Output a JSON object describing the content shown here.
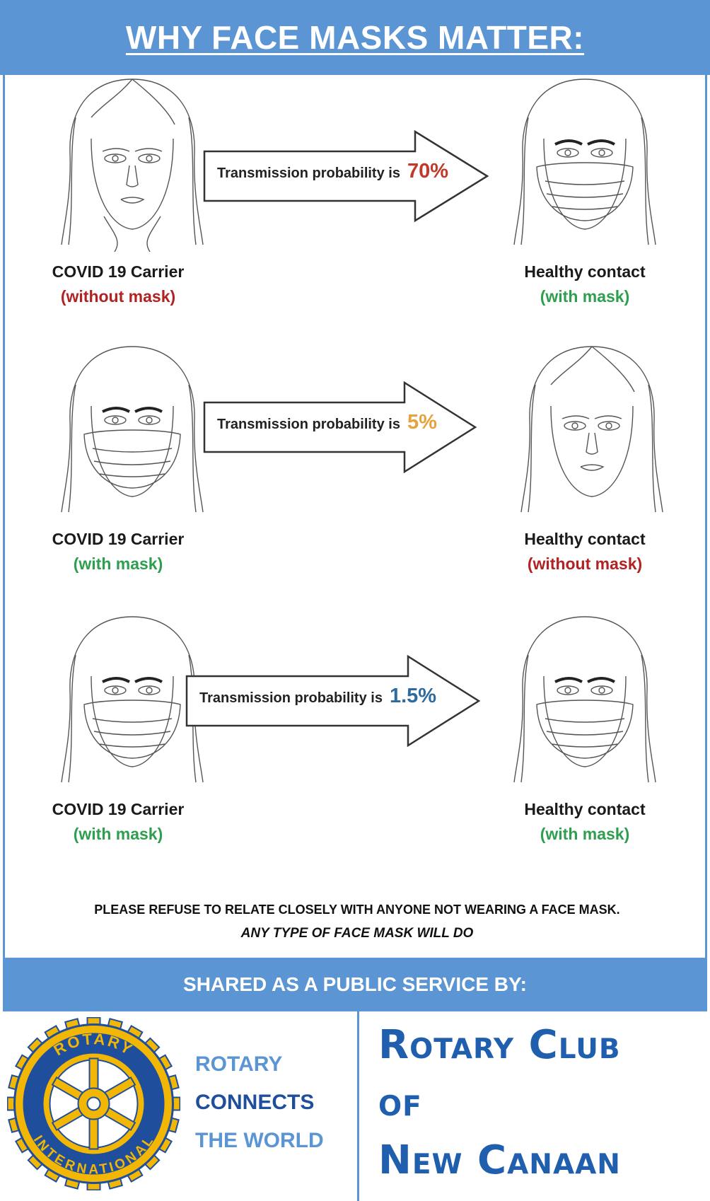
{
  "title": "WHY FACE MASKS MATTER:",
  "arrow_prefix": "Transmission probability is",
  "scenarios": [
    {
      "percent": "70%",
      "percent_color": "#c0392b",
      "carrier": {
        "label": "COVID 19 Carrier",
        "status": "(without mask)",
        "status_color": "#b22222",
        "masked": false
      },
      "contact": {
        "label": "Healthy contact",
        "status": "(with mask)",
        "status_color": "#2e9e4f",
        "masked": true
      }
    },
    {
      "percent": "5%",
      "percent_color": "#e6a23c",
      "carrier": {
        "label": "COVID 19 Carrier",
        "status": "(with mask)",
        "status_color": "#2e9e4f",
        "masked": true
      },
      "contact": {
        "label": "Healthy contact",
        "status": "(without mask)",
        "status_color": "#b22222",
        "masked": false
      }
    },
    {
      "percent": "1.5%",
      "percent_color": "#2c6aa0",
      "carrier": {
        "label": "COVID 19 Carrier",
        "status": "(with mask)",
        "status_color": "#2e9e4f",
        "masked": true
      },
      "contact": {
        "label": "Healthy contact",
        "status": "(with mask)",
        "status_color": "#2e9e4f",
        "masked": true
      }
    }
  ],
  "notice_line1": "PLEASE REFUSE TO RELATE CLOSELY WITH ANYONE NOT WEARING A FACE MASK.",
  "notice_line2": "ANY TYPE OF FACE MASK WILL DO",
  "shared_by": "SHARED AS A PUBLIC SERVICE BY:",
  "logo": {
    "top_text": "ROTARY",
    "bottom_text": "INTERNATIONAL",
    "gold": "#f2b705",
    "blue": "#1f4e9c"
  },
  "slogan": [
    {
      "text": "ROTARY",
      "color": "#5b95d3"
    },
    {
      "text": "CONNECTS",
      "color": "#1f4e9c"
    },
    {
      "text": "THE WORLD",
      "color": "#5b95d3"
    }
  ],
  "club_name": [
    "Rotary Club",
    "of",
    "New Canaan"
  ],
  "colors": {
    "accent": "#5b95d3",
    "club_blue": "#1f5fae"
  }
}
